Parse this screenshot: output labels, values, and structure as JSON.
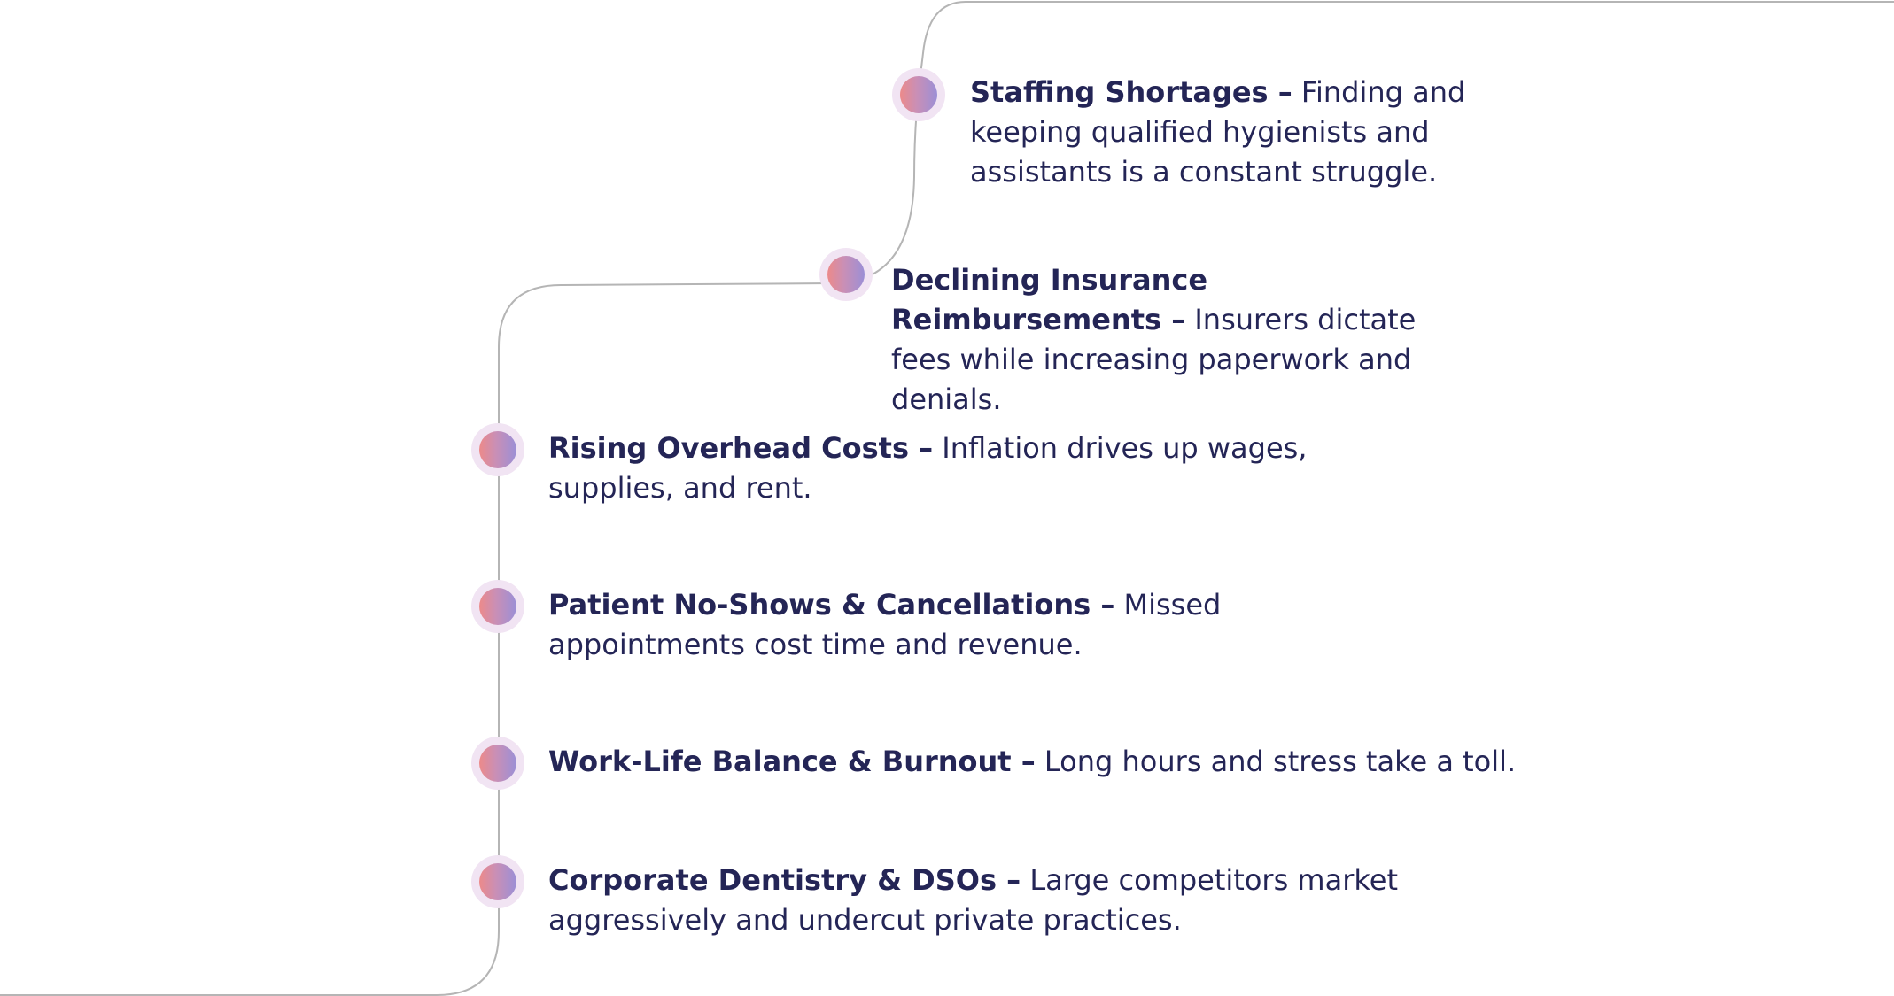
{
  "items": [
    {
      "title": "Staffing Shortages –",
      "description": "Finding and keeping qualified hygienists and assistants is a constant struggle."
    },
    {
      "title": "Declining Insurance Reimbursements –",
      "description": "Insurers dictate fees while increasing paperwork and denials."
    },
    {
      "title": "Rising Overhead Costs –",
      "description": "Inflation drives up wages, supplies, and rent."
    },
    {
      "title": "Patient No-Shows & Cancellations –",
      "description": "Missed appointments cost time and revenue."
    },
    {
      "title": "Work-Life Balance & Burnout –",
      "description": "Long hours and stress take a toll."
    },
    {
      "title": "Corporate Dentistry & DSOs –",
      "description": "Large competitors market aggressively and undercut private practices."
    }
  ],
  "colors": {
    "text": "#242556",
    "path_line": "#b5b5b5",
    "dot_halo": "#f1e4f3",
    "dot_gradient_start": "#ec8a8a",
    "dot_gradient_end": "#9b8fd6"
  }
}
